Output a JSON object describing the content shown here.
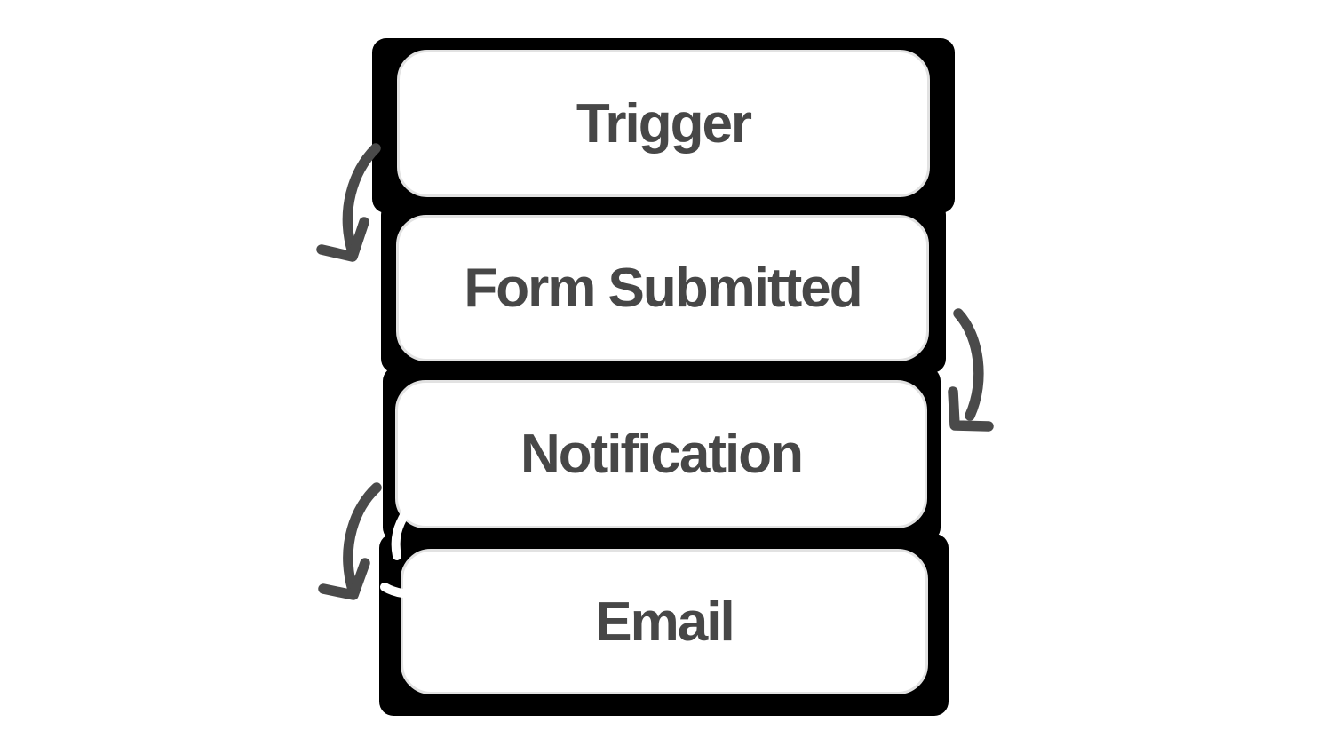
{
  "diagram": {
    "type": "flowchart",
    "nodes": [
      {
        "id": "trigger",
        "label": "Trigger"
      },
      {
        "id": "form-submitted",
        "label": "Form Submitted"
      },
      {
        "id": "notification",
        "label": "Notification"
      },
      {
        "id": "email",
        "label": "Email"
      }
    ],
    "connections": [
      {
        "from": "Trigger",
        "to": "Form Submitted",
        "side": "left",
        "style": "curved-hand-drawn-arrow"
      },
      {
        "from": "Form Submitted",
        "to": "Notification",
        "side": "right",
        "style": "curved-hand-drawn-arrow"
      },
      {
        "from": "Notification",
        "to": "Email",
        "side": "left",
        "style": "curved-hand-drawn-arrow"
      }
    ],
    "colors": {
      "frame": "#000000",
      "box_fill": "#ffffff",
      "box_border": "#e2e2e2",
      "text": "#474747",
      "arrow": "#4a4a4a",
      "background": "#ffffff"
    }
  }
}
